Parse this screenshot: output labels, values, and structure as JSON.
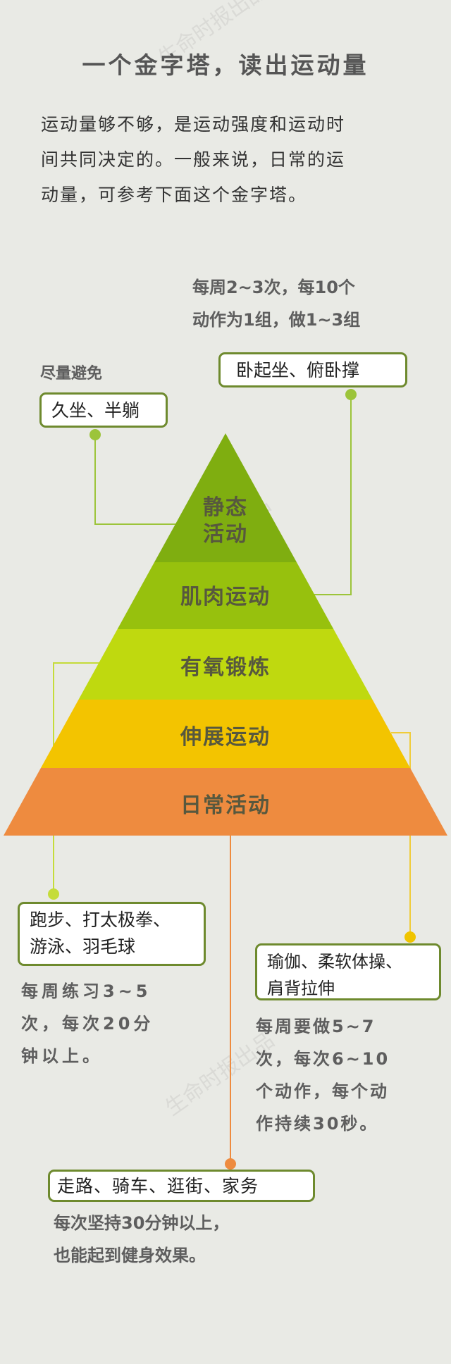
{
  "title": "一个金字塔，读出运动量",
  "intro": [
    "运动量够不够，是运动强度和运动时",
    "间共同决定的。一般来说，日常的运",
    "动量，可参考下面这个金字塔。"
  ],
  "watermark": "生命时报出品",
  "pyramid": {
    "levels": [
      {
        "label_lines": [
          "静态",
          "活动"
        ],
        "color": "#7fae10"
      },
      {
        "label": "肌肉运动",
        "color": "#97c10d"
      },
      {
        "label": "有氧锻炼",
        "color": "#bfd90f"
      },
      {
        "label": "伸展运动",
        "color": "#f3c400"
      },
      {
        "label": "日常活动",
        "color": "#ee8b3f"
      }
    ]
  },
  "callouts": {
    "static": {
      "heading": "尽量避免",
      "box": "久坐、半躺"
    },
    "muscle": {
      "note": [
        "每周2~3次，每10个",
        "动作为1组，做1~3组"
      ],
      "box": "卧起坐、俯卧撑"
    },
    "aerobic": {
      "box": [
        "跑步、打太极拳、",
        "游泳、羽毛球"
      ],
      "note": [
        "每周练习3~5",
        "次，每次20分",
        "钟以上。"
      ]
    },
    "stretch": {
      "box": [
        "瑜伽、柔软体操、",
        "肩背拉伸"
      ],
      "note": [
        "每周要做5~7",
        "次，每次6~10",
        "个动作，每个动",
        "作持续30秒。"
      ]
    },
    "daily": {
      "box": "走路、骑车、逛街、家务",
      "note": [
        "每次坚持30分钟以上，",
        "也能起到健身效果。"
      ]
    }
  },
  "colors": {
    "line_green": "#9cc43a",
    "line_lime": "#c5dc3a",
    "line_yellow": "#f0cc3a",
    "line_orange": "#ee8b3f",
    "box_border": "#6e8a2e"
  }
}
